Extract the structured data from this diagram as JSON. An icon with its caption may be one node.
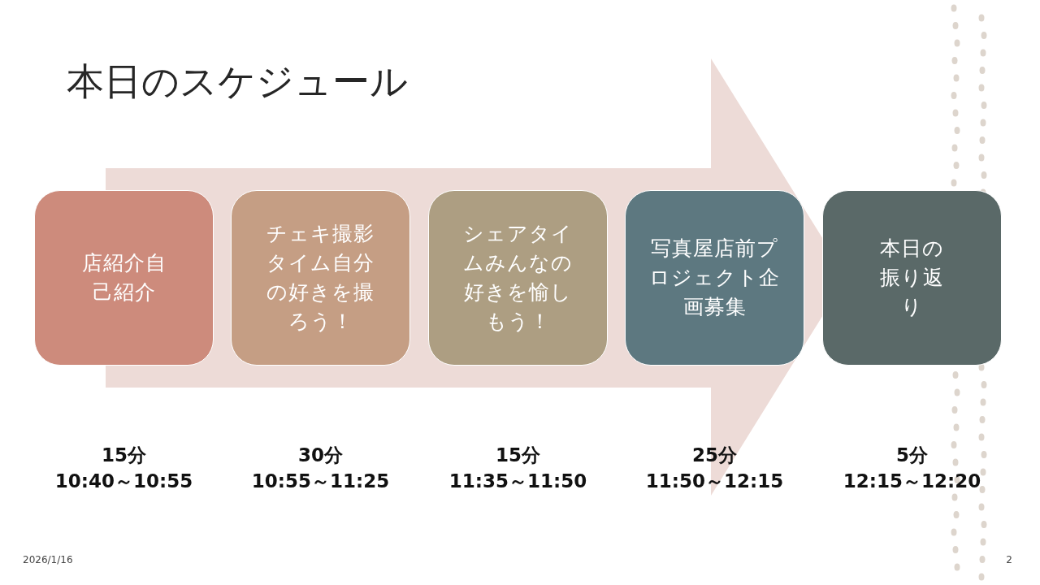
{
  "diagram": {
    "title": "本日のスケジュール",
    "nodes": [
      {
        "text": [
          "店紹介自己紹介"
        ],
        "beside": [
          "15分",
          "10:40～10:55"
        ]
      },
      {
        "text": [
          "チェキ撮影タイム自分の好きを撮ろう！"
        ],
        "beside": [
          "30分",
          "10:55～11:25"
        ]
      },
      {
        "text": [
          "シェアタイムみんなの好きを愉しもう！"
        ],
        "beside": [
          "15分",
          "11:35～11:50"
        ]
      },
      {
        "text": [
          "写真屋店前プロジェクト企画募集"
        ],
        "beside": [
          "25分",
          "11:50～12:15"
        ]
      },
      {
        "text": [
          "本日の振り返り"
        ],
        "beside": [
          "5分",
          "12:15～12:20"
        ]
      }
    ],
    "labels": [
      "2026/1/16",
      "2"
    ]
  }
}
